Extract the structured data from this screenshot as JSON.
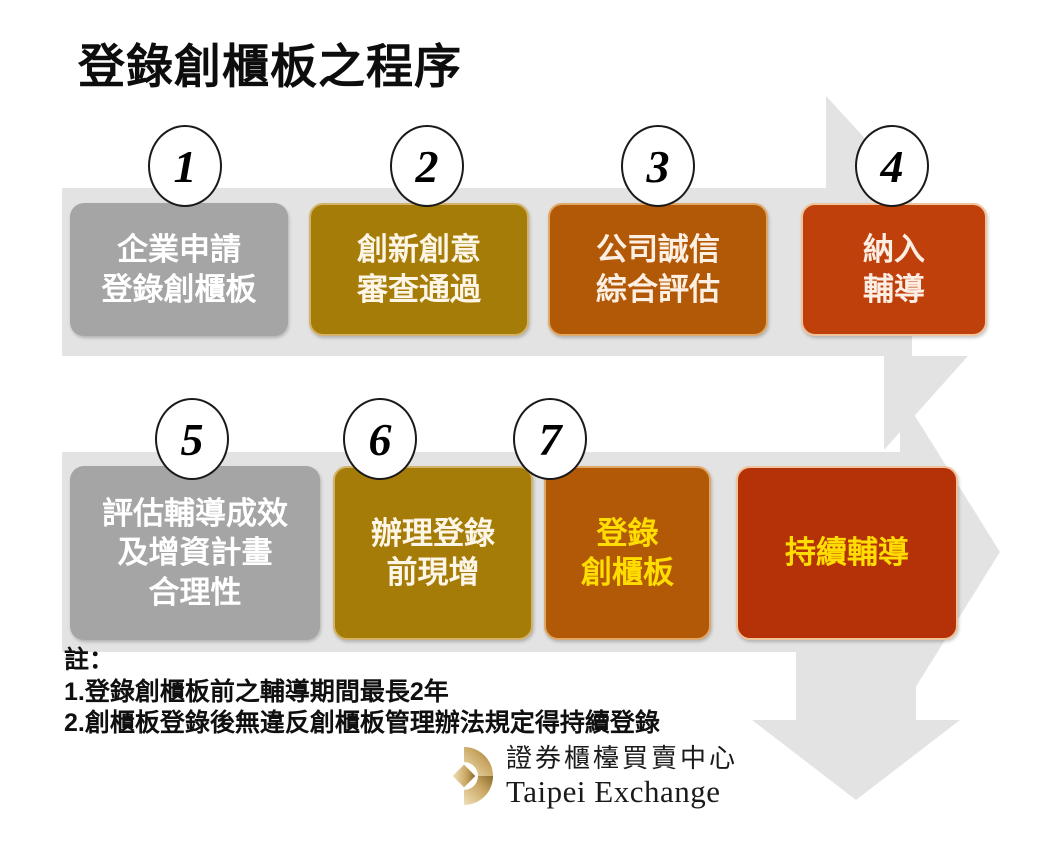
{
  "title": "登錄創櫃板之程序",
  "colors": {
    "ribbon": "#e3e3e3",
    "grey": "#a5a5a5",
    "gold": "#a67c08",
    "orange": "#b25908",
    "red": "#bf400a",
    "deep_red": "#b53208",
    "yellow_text": "#ffdd00",
    "title": "#0d0d0d"
  },
  "steps": [
    {
      "number": "1",
      "lines": [
        "企業申請",
        "登錄創櫃板"
      ],
      "color": "#a5a5a5",
      "row": 1
    },
    {
      "number": "2",
      "lines": [
        "創新創意",
        "審查通過"
      ],
      "color": "#a67c08",
      "row": 1
    },
    {
      "number": "3",
      "lines": [
        "公司誠信",
        "綜合評估"
      ],
      "color": "#b25908",
      "row": 1
    },
    {
      "number": "4",
      "lines": [
        "納入",
        "輔導"
      ],
      "color": "#bf400a",
      "row": 1
    },
    {
      "number": "5",
      "lines": [
        "評估輔導成效",
        "及增資計畫",
        "合理性"
      ],
      "color": "#a5a5a5",
      "row": 2
    },
    {
      "number": "6",
      "lines": [
        "辦理登錄",
        "前現增"
      ],
      "color": "#a67c08",
      "row": 2
    },
    {
      "number": "7",
      "lines": [
        "登錄",
        "創櫃板"
      ],
      "color": "#b25908",
      "row": 2
    },
    {
      "number": "",
      "lines": [
        "持續輔導"
      ],
      "color": "#b53208",
      "row": 2
    }
  ],
  "notes": {
    "heading": "註：",
    "items": [
      "1.登錄創櫃板前之輔導期間最長2年",
      "2.創櫃板登錄後無違反創櫃板管理辦法規定得持續登錄"
    ]
  },
  "logo": {
    "chinese": "證券櫃檯買賣中心",
    "english": "Taipei Exchange",
    "icon": "tpex-circle-logo"
  }
}
